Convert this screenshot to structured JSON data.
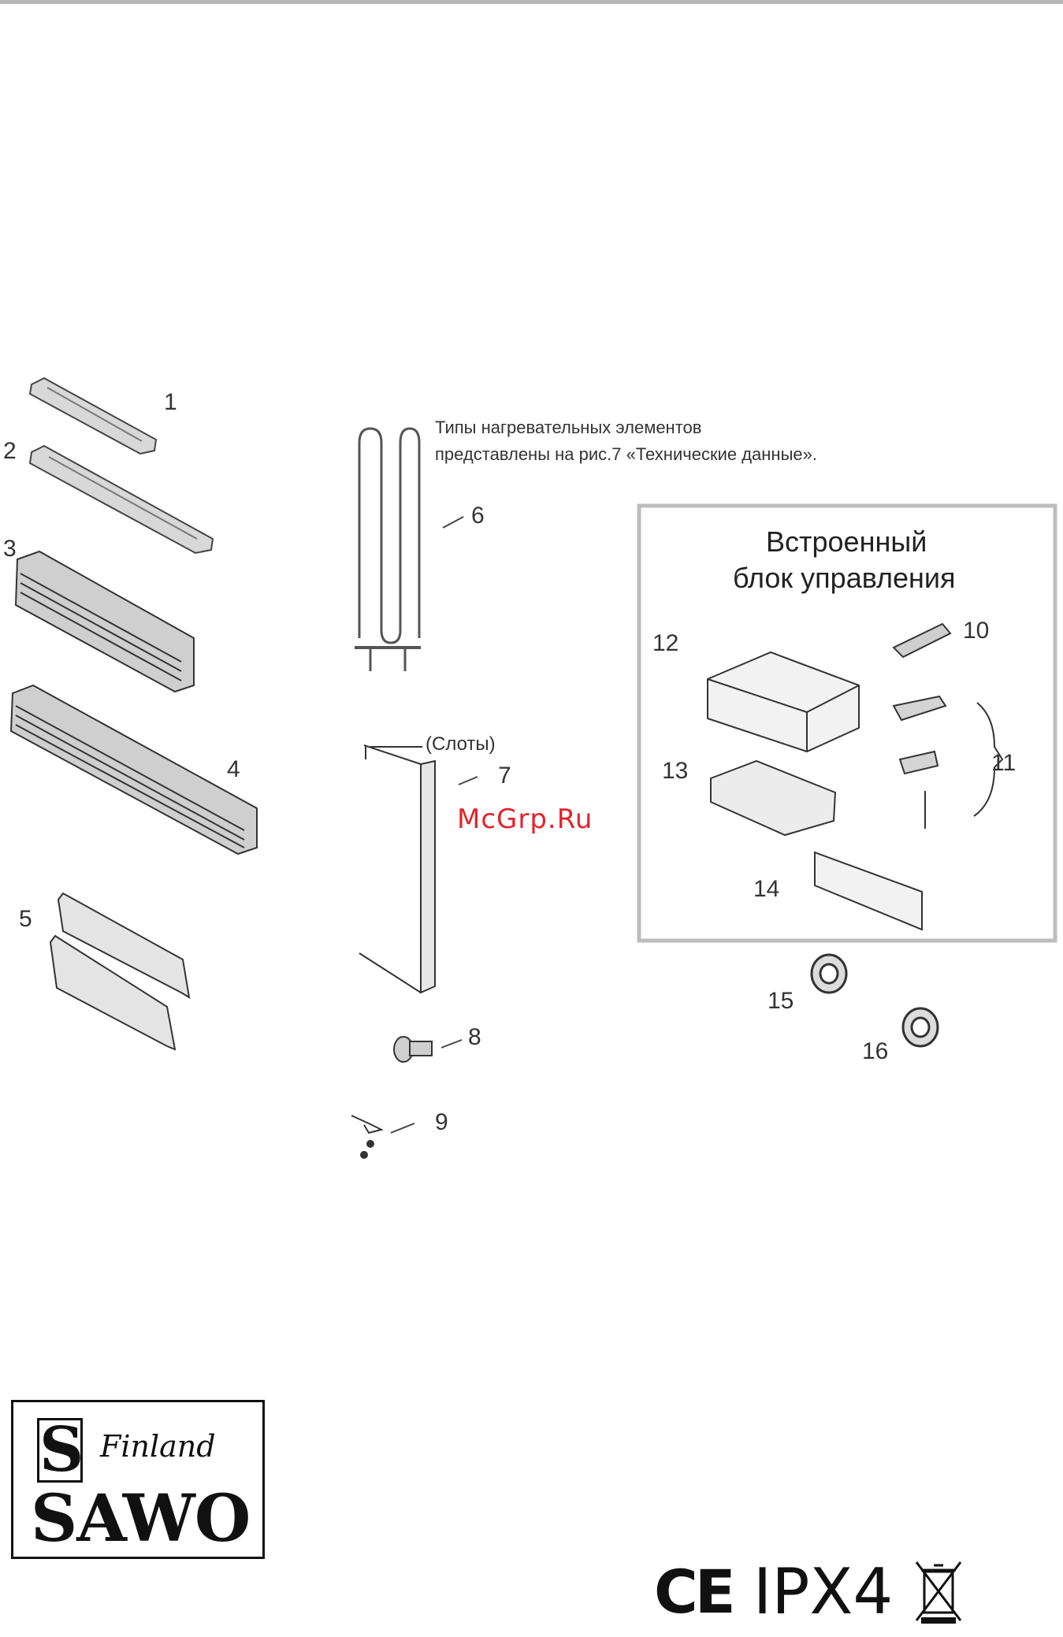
{
  "parts": {
    "p1": "1",
    "p2": "2",
    "p3": "3",
    "p4": "4",
    "p5": "5",
    "p6": "6",
    "p7": "7",
    "p8": "8",
    "p9": "9",
    "p10": "10",
    "p11": "11",
    "p12": "12",
    "p13": "13",
    "p14": "14",
    "p15": "15",
    "p16": "16"
  },
  "note": {
    "line1": "Типы нагревательных элементов",
    "line2": "представлены на рис.7 «Технические данные»."
  },
  "slots_label": "(Слоты)",
  "control_box": {
    "title_line1": "Встроенный",
    "title_line2": "блок управления"
  },
  "watermark": "McGrp.Ru",
  "logo": {
    "monogram": "S",
    "country": "Finland",
    "brand": "SAWO"
  },
  "marks": {
    "ce": "CE",
    "ip_rating": "IPX4"
  },
  "icons": [
    "weee-crossed-bin-icon"
  ]
}
